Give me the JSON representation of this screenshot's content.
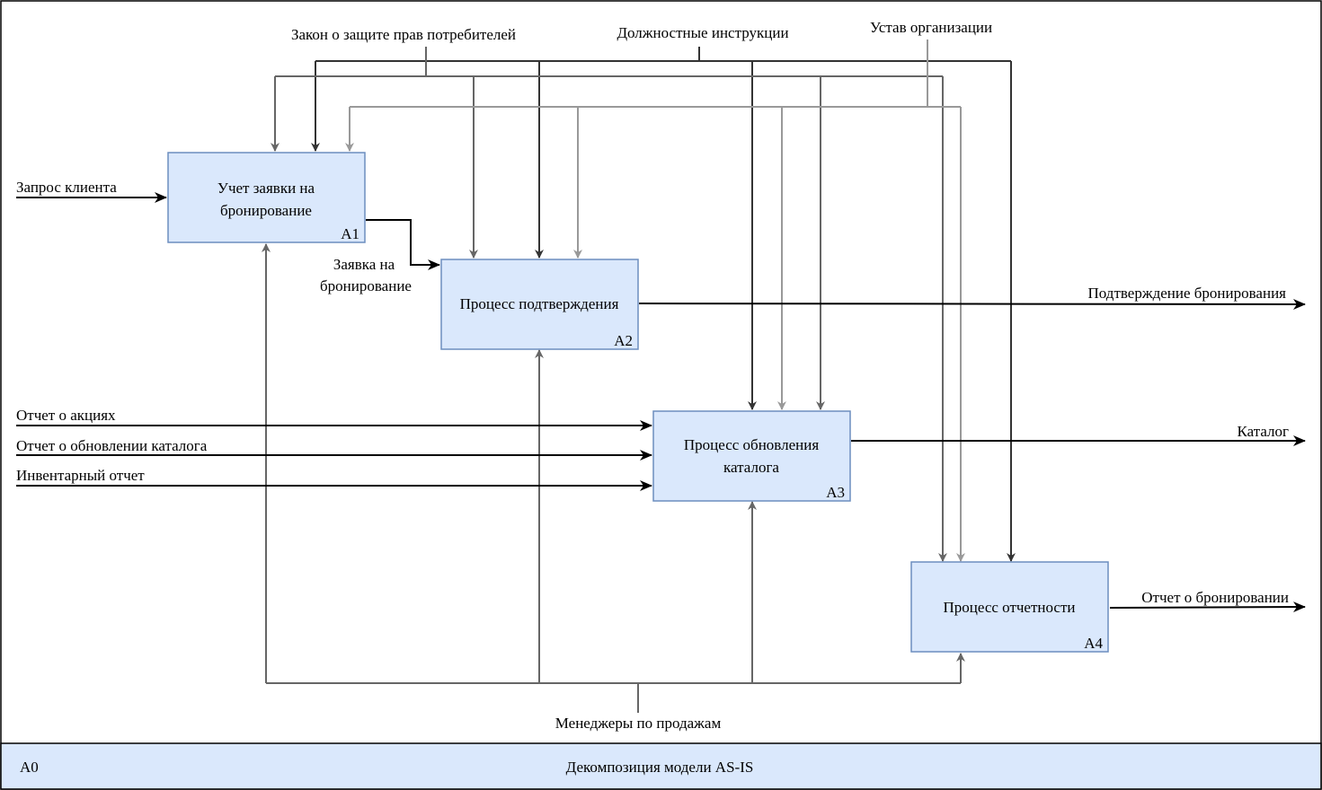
{
  "diagram": {
    "boxes": [
      {
        "id": "a1",
        "lines": [
          "Учет заявки на",
          "бронирование"
        ],
        "code": "A1"
      },
      {
        "id": "a2",
        "lines": [
          "Процесс подтверждения"
        ],
        "code": "A2"
      },
      {
        "id": "a3",
        "lines": [
          "Процесс обновления",
          "каталога"
        ],
        "code": "A3"
      },
      {
        "id": "a4",
        "lines": [
          "Процесс отчетности"
        ],
        "code": "A4"
      }
    ],
    "controls": {
      "consumer_law": "Закон о защите прав потребителей",
      "job_instructions": "Должностные инструкции",
      "charter": "Устав организации"
    },
    "inputs": {
      "client_request": "Запрос клиента",
      "promo_report": "Отчет о акциях",
      "catalog_update_report": "Отчет о обновлении каталога",
      "inventory_report": "Инвентарный отчет"
    },
    "intermediate": {
      "booking_request": [
        "Заявка на",
        "бронирование"
      ]
    },
    "outputs": {
      "booking_confirmation": "Подтверждение бронирования",
      "catalog": "Каталог",
      "booking_report": "Отчет о бронировании"
    },
    "mechanisms": {
      "sales_managers": "Менеджеры по продажам"
    }
  },
  "footer": {
    "node": "A0",
    "title": "Декомпозиция модели AS-IS"
  },
  "colors": {
    "box_fill": "#dae8fc",
    "box_stroke": "#6c8ebf",
    "footer_fill": "#dae8fc"
  }
}
